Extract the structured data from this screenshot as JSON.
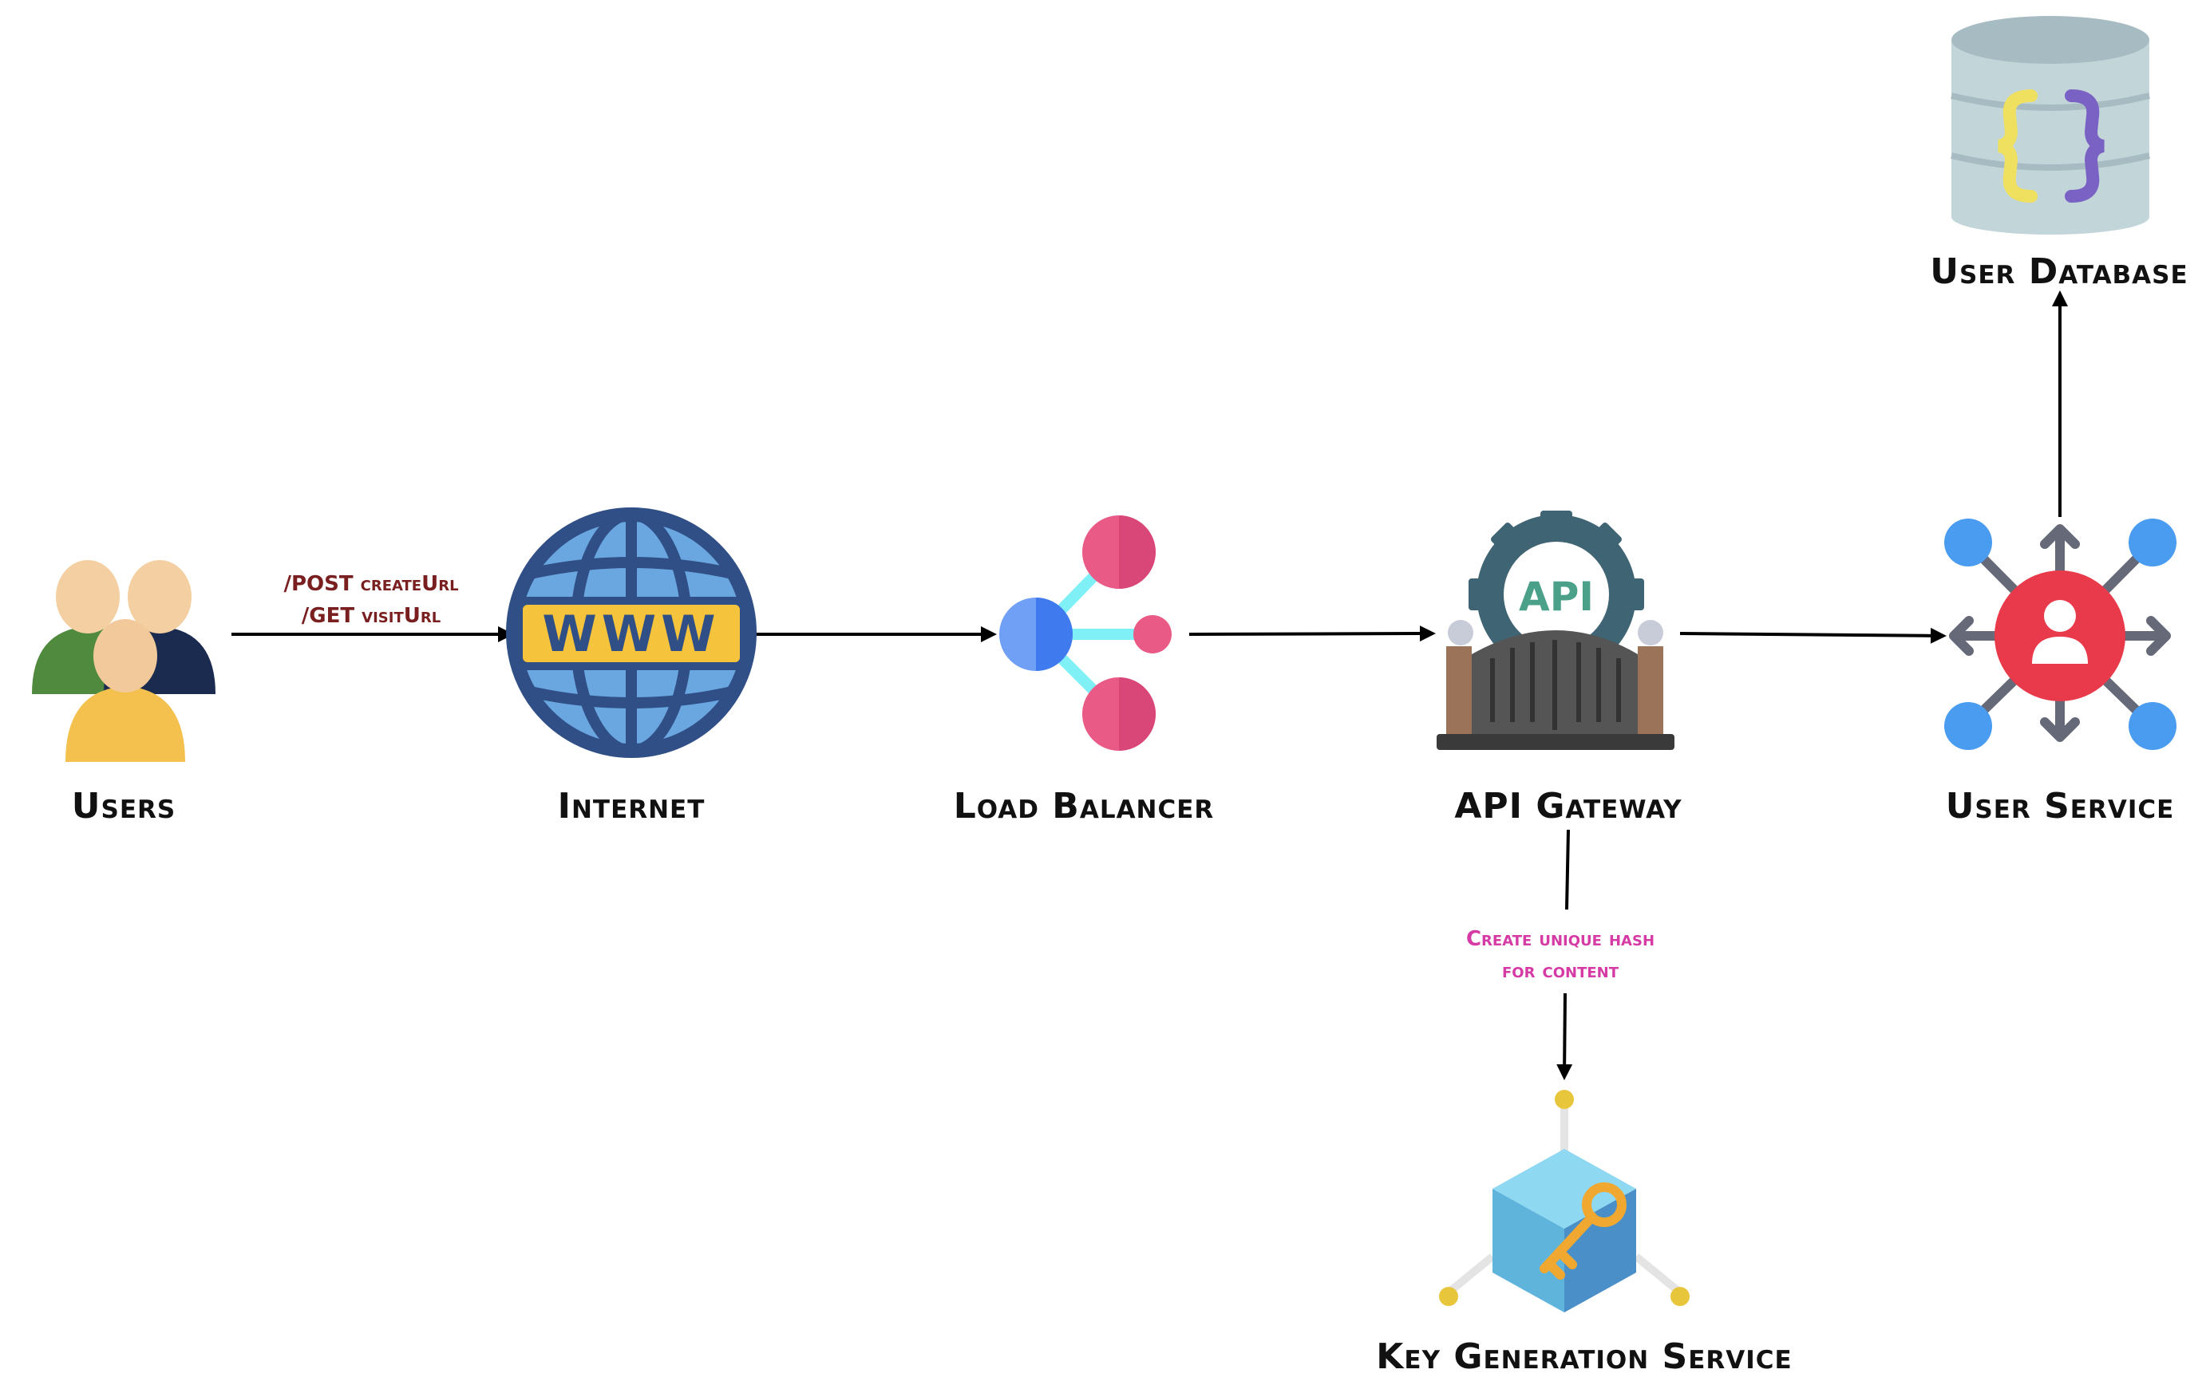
{
  "nodes": {
    "users": {
      "label": "Users",
      "icon": "users-group-icon"
    },
    "internet": {
      "label": "Internet",
      "icon": "www-globe-icon",
      "icon_text": "WWW"
    },
    "load_balancer": {
      "label": "Load Balancer",
      "icon": "load-balancer-icon"
    },
    "api_gateway": {
      "label": "API Gateway",
      "icon": "api-gate-icon",
      "icon_text": "API"
    },
    "user_service": {
      "label": "User Service",
      "icon": "user-service-hub-icon"
    },
    "user_database": {
      "label": "User Database",
      "icon": "json-database-icon",
      "icon_text": "{}"
    },
    "key_generation_service": {
      "label": "Key Generation Service",
      "icon": "key-cube-icon"
    }
  },
  "edges": {
    "users_to_internet": {
      "line1": "/POST createUrl",
      "line2": "/GET visitUrl",
      "color": "#7a1f1f"
    },
    "gateway_to_keygen": {
      "line1": "Create unique hash",
      "line2": "for content",
      "color": "#d63aa4"
    }
  },
  "colors": {
    "arrow": "#000000",
    "globe_blue": "#2f4f86",
    "globe_light": "#6aa6e0",
    "www_band": "#f5c43c",
    "lb_pink": "#ea5a87",
    "lb_blue": "#4a86f0",
    "lb_cyan": "#7ff0f5",
    "gear": "#3f6473",
    "gate": "#555555",
    "service_red": "#e83a4a",
    "service_blue": "#4a9cf0",
    "db_body": "#c2d5d8",
    "key_gold": "#f0a830",
    "cube_blue": "#5fb4dc"
  }
}
